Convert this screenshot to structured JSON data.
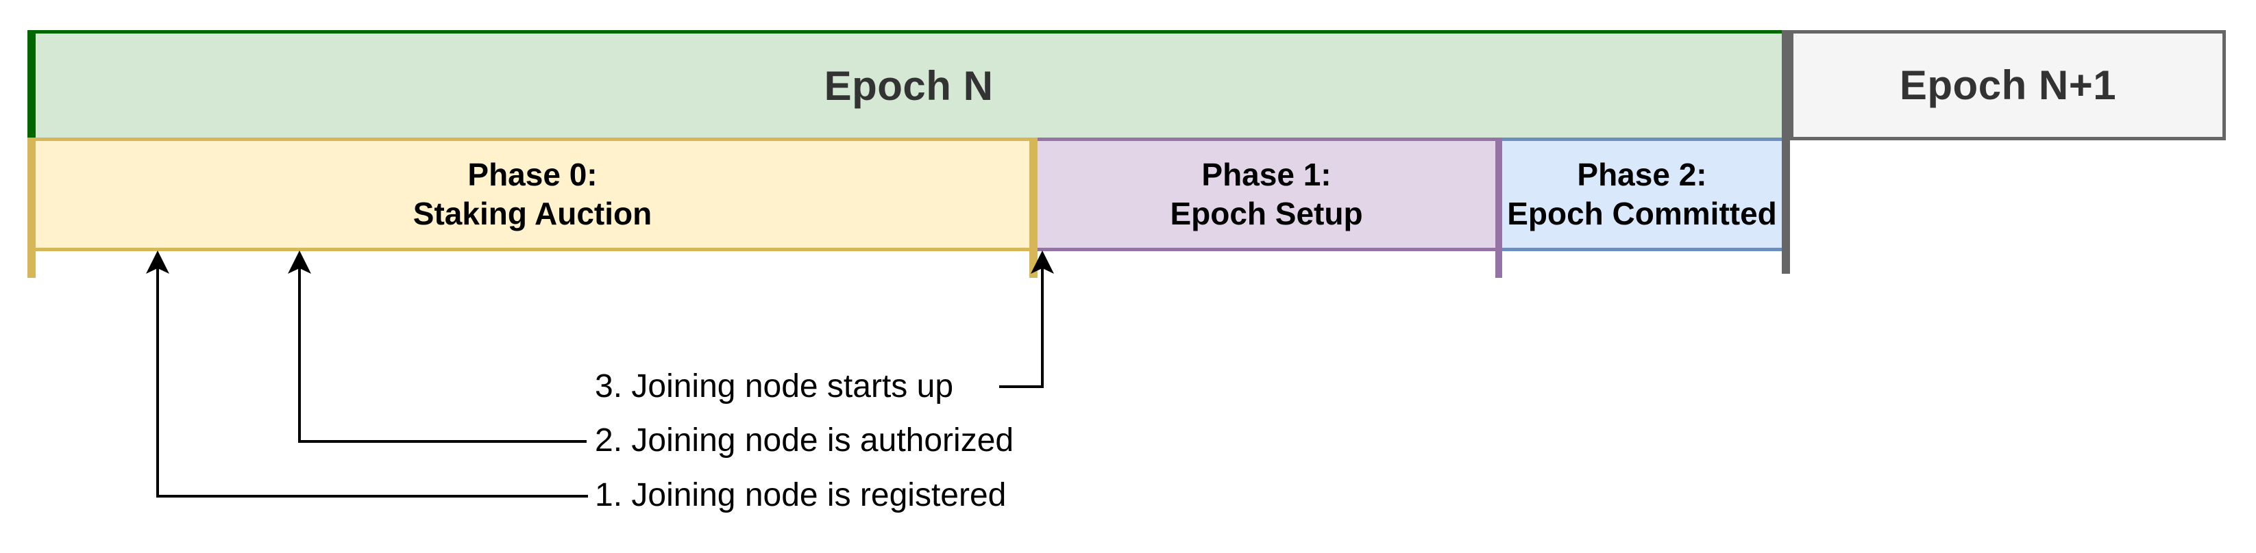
{
  "diagram": {
    "epochs": [
      {
        "label": "Epoch N"
      },
      {
        "label": "Epoch N+1"
      }
    ],
    "phases": [
      {
        "title": "Phase 0:",
        "subtitle": "Staking Auction"
      },
      {
        "title": "Phase 1:",
        "subtitle": "Epoch Setup"
      },
      {
        "title": "Phase 2:",
        "subtitle": "Epoch Committed"
      }
    ],
    "annotations": [
      {
        "label": "1. Joining node is registered"
      },
      {
        "label": "2. Joining node is authorized"
      },
      {
        "label": "3. Joining node starts up"
      }
    ],
    "colors": {
      "epoch_fill": "#d5e8d4",
      "epoch_stroke": "#006600",
      "next_epoch_fill": "#f5f5f5",
      "next_epoch_stroke": "#666666",
      "phase0_fill": "#fff2cc",
      "phase0_stroke": "#d6b656",
      "phase1_fill": "#e1d5e7",
      "phase1_stroke": "#9673a6",
      "phase2_fill": "#dae8fc",
      "phase2_stroke": "#6c8ebf",
      "connector": "#000000",
      "epoch_text": "#333333",
      "phase_text": "#000000"
    }
  }
}
